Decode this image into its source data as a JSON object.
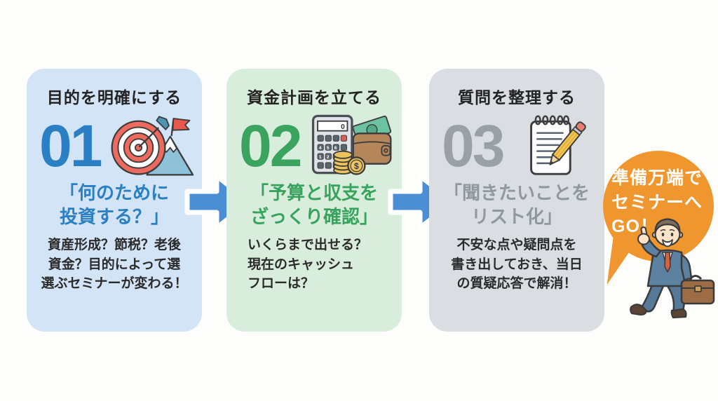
{
  "page": {
    "background": "#fdfdfb"
  },
  "arrow": {
    "color": "#4a8fd3",
    "outline": "#ffffff"
  },
  "steps": [
    {
      "number": "01",
      "title": "目的を明確にする",
      "icon": "target-mountain-icon",
      "accent": "#2b7fc3",
      "card_color": "#d2e4f5",
      "quote": [
        "「何のために",
        "投資する？」"
      ],
      "body": [
        "資産形成？節税？老後",
        "資金？目的によって選",
        "選ぶセミナーが変わる！"
      ]
    },
    {
      "number": "02",
      "title": "資金計画を立てる",
      "icon": "calculator-wallet-coins-icon",
      "accent": "#3aa35e",
      "card_color": "#d9eddd",
      "quote": [
        "「予算と収支を",
        "ざっくり確認」"
      ],
      "body": [
        "いくらまで出せる？",
        "現在のキャッシュ",
        "フローは？"
      ],
      "icon_text": {
        "calc_display": "0",
        "calc_row2": "456",
        "calc_row3": "123",
        "coin_symbol": "$"
      }
    },
    {
      "number": "03",
      "title": "質問を整理する",
      "icon": "notepad-pencil-icon",
      "accent": "#8f979e",
      "card_color": "#dadde2",
      "quote": [
        "「聞きたいことを",
        "リスト化」"
      ],
      "body": [
        "不安な点や疑問点を",
        "書き出しておき、当日",
        "の質疑応答で解消！"
      ]
    }
  ],
  "bubble": {
    "color": "#f0962e",
    "text_color": "#ffffff",
    "lines": [
      "準備万端で",
      "セミナーへ",
      "GO！"
    ]
  },
  "illustration": {
    "name": "businessman-walking-thumbs-up"
  }
}
